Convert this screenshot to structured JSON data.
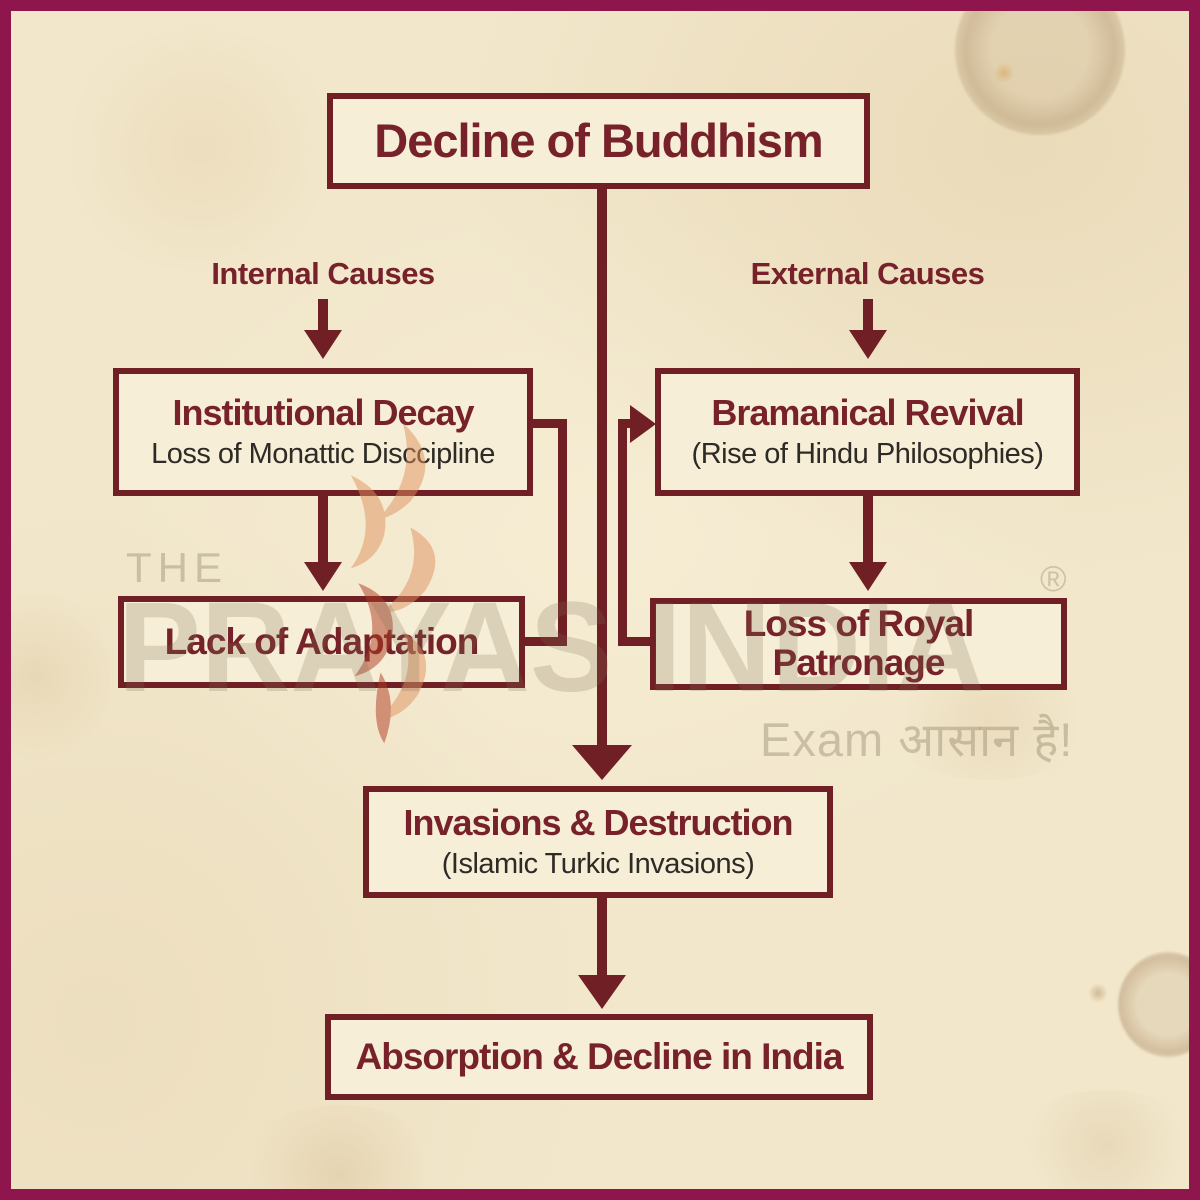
{
  "flowchart": {
    "root": {
      "label": "Decline of Buddhism"
    },
    "branches": [
      {
        "label": "Internal Causes",
        "nodes": [
          {
            "title": "Institutional Decay",
            "subtitle": "Loss of Monattic Disccipline"
          },
          {
            "title": "Lack of Adaptation"
          }
        ]
      },
      {
        "label": "External Causes",
        "nodes": [
          {
            "title": "Bramanical Revival",
            "subtitle": "(Rise of Hindu Philosophies)"
          },
          {
            "title": "Loss of Royal Patronage"
          }
        ]
      }
    ],
    "merge": {
      "title": "Invasions & Destruction",
      "subtitle": "(Islamic Turkic Invasions)"
    },
    "final": {
      "title": "Absorption & Decline in India"
    }
  },
  "watermark": {
    "the": "THE",
    "brand": "PRAYAS INDIA",
    "registered": "®",
    "tagline": "Exam आसान है!"
  },
  "colors": {
    "maroon_line": "#702025",
    "heading_text": "#77222a",
    "sub_text": "#2e2a26",
    "frame": "#8e164d",
    "background": "#f2e7cb",
    "box_fill": "#f6eed6",
    "watermark_gray": "rgba(122,110,84,0.30)",
    "flame_orange": "#e0915f",
    "flame_red": "#b03a22"
  }
}
